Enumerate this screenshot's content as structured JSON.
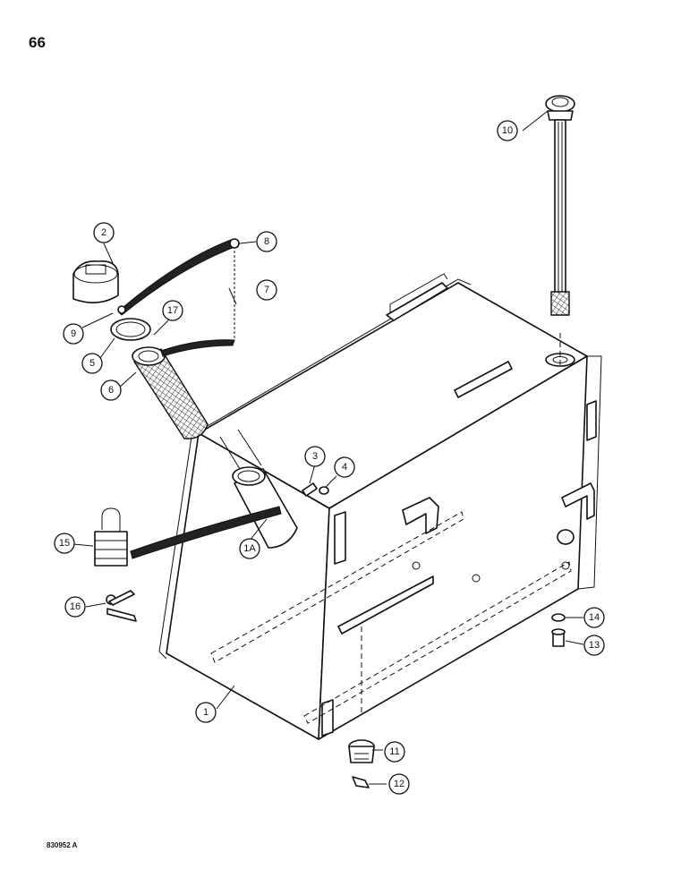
{
  "page": {
    "number": "66",
    "ref_code": "830952 A"
  },
  "callouts": [
    {
      "id": "c1",
      "label": "1"
    },
    {
      "id": "c1a",
      "label": "1A"
    },
    {
      "id": "c2",
      "label": "2"
    },
    {
      "id": "c3",
      "label": "3"
    },
    {
      "id": "c4",
      "label": "4"
    },
    {
      "id": "c5",
      "label": "5"
    },
    {
      "id": "c6",
      "label": "6"
    },
    {
      "id": "c7",
      "label": "7"
    },
    {
      "id": "c8",
      "label": "8"
    },
    {
      "id": "c9",
      "label": "9"
    },
    {
      "id": "c10",
      "label": "10"
    },
    {
      "id": "c11",
      "label": "11"
    },
    {
      "id": "c12",
      "label": "12"
    },
    {
      "id": "c13",
      "label": "13"
    },
    {
      "id": "c14",
      "label": "14"
    },
    {
      "id": "c15",
      "label": "15"
    },
    {
      "id": "c16",
      "label": "16"
    },
    {
      "id": "c17",
      "label": "17"
    }
  ]
}
